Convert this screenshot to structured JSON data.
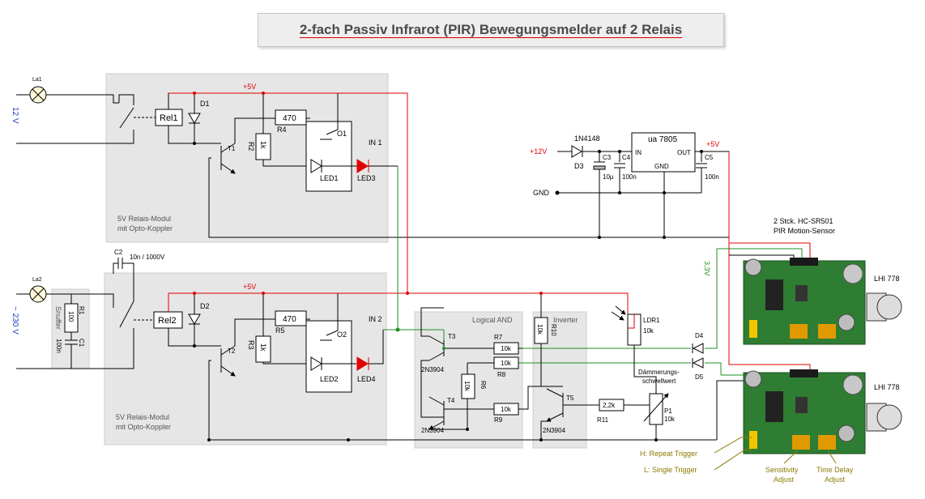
{
  "title": "2-fach Passiv Infrarot (PIR) Bewegungsmelder auf 2 Relais",
  "colors": {
    "power": "#e00000",
    "signal": "#1f8f1f",
    "wire": "#000000",
    "annotation": "#8a7a00",
    "voltage_label": "#2040c0",
    "module_bg": "#e6e6e6"
  },
  "lamps": {
    "la1": "La1",
    "la2": "La2",
    "v12": "12 V",
    "v230": "~ 230 V"
  },
  "relay1": {
    "rel": "Rel1",
    "diode": "D1",
    "plus": "+5V",
    "r_val": "470",
    "r_name": "R4",
    "r2_name": "R2",
    "r2_val": "1k",
    "opto": "O1",
    "transistor": "T1",
    "led_a": "LED1",
    "led_b": "LED3",
    "input": "IN 1",
    "module_line1": "5V Relais-Modul",
    "module_line2": "mit Opto-Koppler"
  },
  "relay2": {
    "rel": "Rel2",
    "diode": "D2",
    "plus": "+5V",
    "r_val": "470",
    "r_name": "R5",
    "r2_name": "R3",
    "r2_val": "1k",
    "opto": "O2",
    "transistor": "T2",
    "led_a": "LED2",
    "led_b": "LED4",
    "input": "IN 2",
    "module_line1": "5V Relais-Modul",
    "module_line2": "mit Opto-Koppler"
  },
  "snubber": {
    "label": "Snuffer",
    "r_name": "R1",
    "r_val": "100",
    "c_name": "C1",
    "c_val": "100n",
    "c2_name": "C2",
    "c2_val": "10n / 1000V"
  },
  "regulator": {
    "diode": "1N4148",
    "diode_name": "D3",
    "ic": "ua 7805",
    "pin_in": "IN",
    "pin_out": "OUT",
    "pin_gnd": "GND",
    "plus12": "+12V",
    "plus5": "+5V",
    "gnd": "GND",
    "c3": "C3",
    "c3_val": "10µ",
    "c4": "C4",
    "c4_val": "100n",
    "c5": "C5",
    "c5_val": "100n"
  },
  "logic": {
    "and_label": "Logical AND",
    "inverter_label": "Inverter",
    "t3": "T3",
    "t4": "T4",
    "t5": "T5",
    "type": "2N3904",
    "r7": "R7",
    "r8": "R8",
    "r9": "R9",
    "r6": "R6",
    "r10": "R10",
    "r11": "R11",
    "v10k": "10k",
    "v2k2": "2,2k"
  },
  "ldr": {
    "name": "LDR1",
    "val": "10k",
    "label_line1": "Dämmerungs-",
    "label_line2": "schwellwert",
    "p1": "P1",
    "p1_val": "10k",
    "d4": "D4",
    "d5": "D5",
    "v33": "3,3V"
  },
  "sensors": {
    "heading_line1": "2 Stck. HC-SR501",
    "heading_line2": "PIR Motion-Sensor",
    "lens": "LHI 778",
    "repeat": "H: Repeat Trigger",
    "single": "L: Single Trigger",
    "sens_line1": "Sensitivity",
    "sens_line2": "Adjust",
    "time_line1": "Time Delay",
    "time_line2": "Adjust"
  }
}
